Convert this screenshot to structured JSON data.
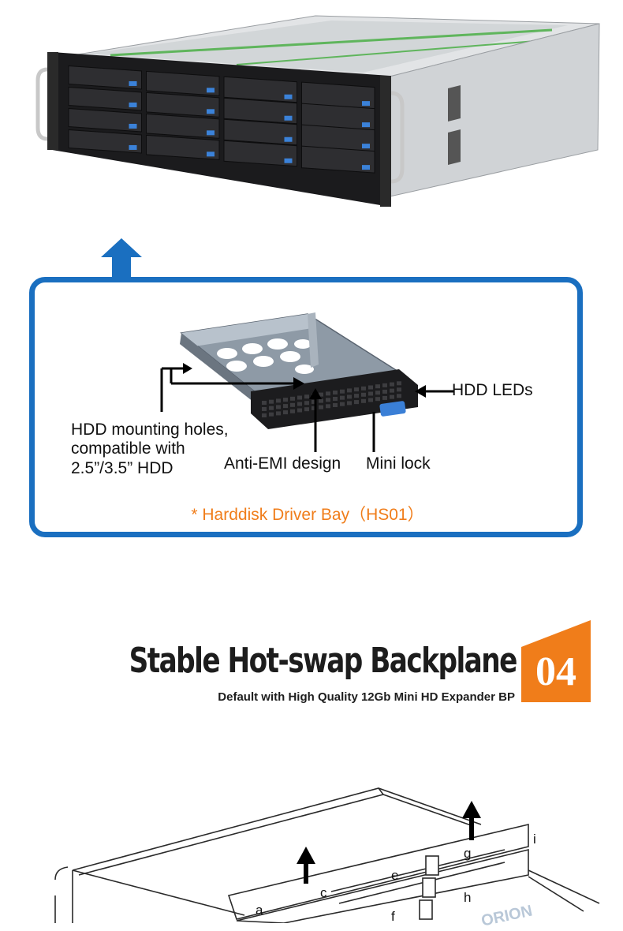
{
  "tray_callouts": {
    "hdd_leds": "HDD LEDs",
    "mounting_line1": "HDD mounting holes,",
    "mounting_line2": "compatible with",
    "mounting_line3": "2.5”/3.5” HDD",
    "anti_emi": "Anti-EMI design",
    "mini_lock": "Mini lock"
  },
  "tray_caption": "* Harddisk Driver Bay（HS01）",
  "section": {
    "title": "Stable Hot-swap Backplane",
    "subtitle": "Default  with High Quality 12Gb Mini HD Expander BP",
    "number": "04"
  },
  "diagram_letters": {
    "a": "a",
    "c": "c",
    "e": "e",
    "f": "f",
    "g": "g",
    "h": "h",
    "i": "i"
  },
  "diagram_watermark": "ORION",
  "colors": {
    "frame_blue": "#1a6fc0",
    "caption_orange": "#f07d1a",
    "badge_orange": "#f07d1a"
  }
}
